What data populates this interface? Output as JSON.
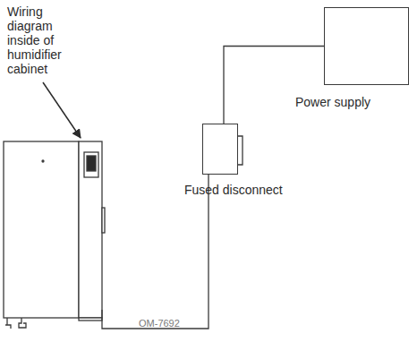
{
  "diagram": {
    "nodes": [
      {
        "text": [
          "Power supply"
        ]
      },
      {
        "text": [
          "Fused disconnect"
        ]
      }
    ],
    "edges": [
      {
        "from": 1,
        "to": 0,
        "arrow": "none"
      }
    ],
    "labels": [
      "Wiring diagram inside of humidifier cabinet",
      "OM-7692"
    ]
  }
}
